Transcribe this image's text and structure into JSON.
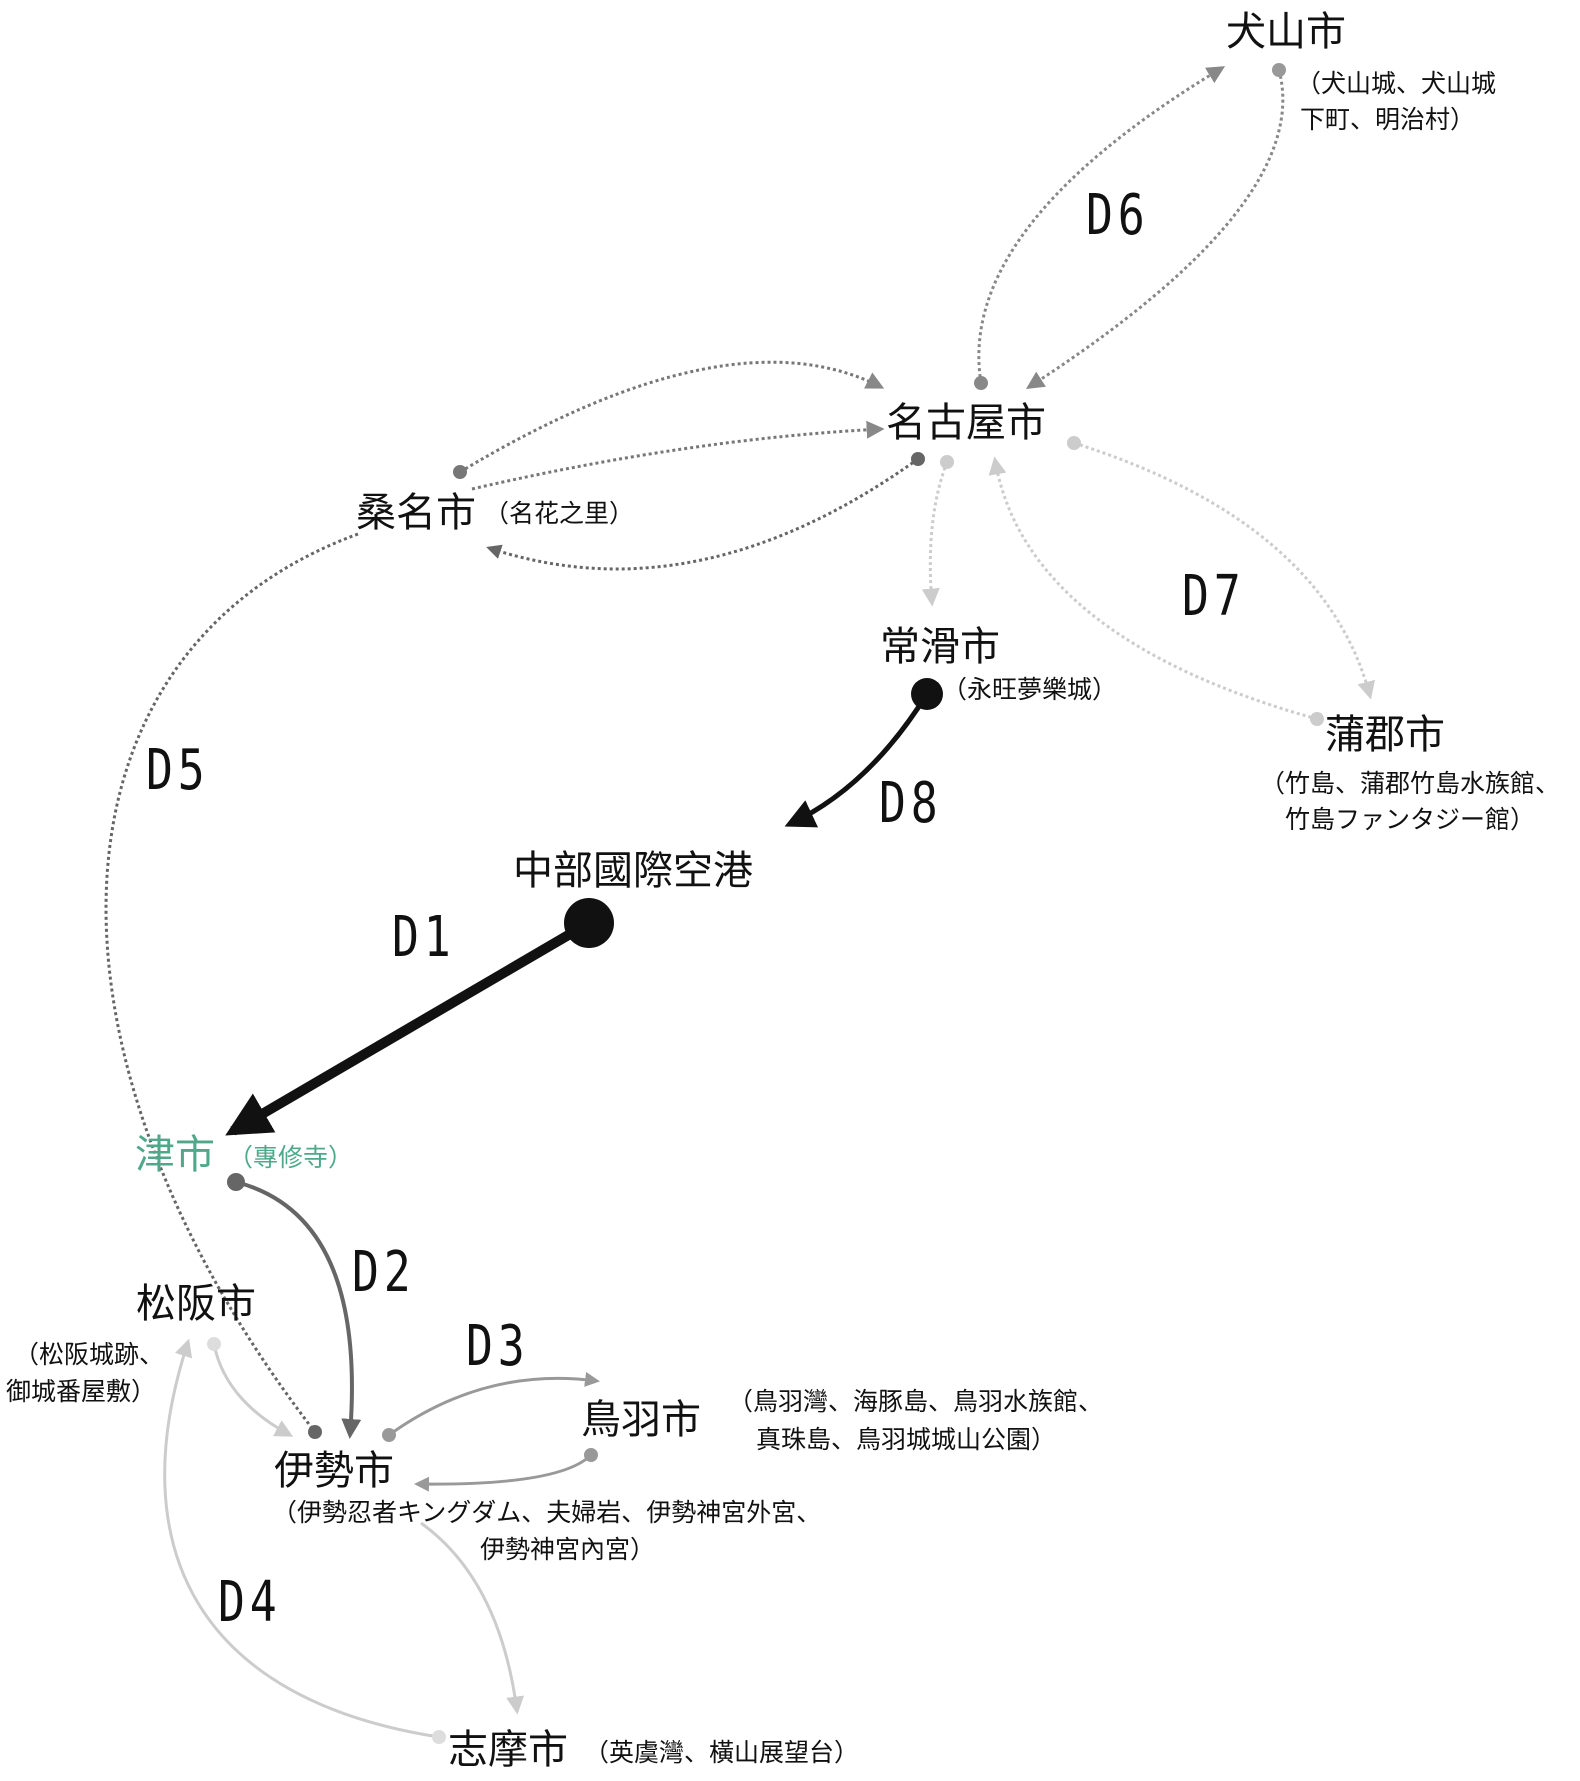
{
  "colors": {
    "tsu": "#4fa88a",
    "dark": "#111111",
    "mid": "#666666",
    "gray": "#888888",
    "light": "#cccccc"
  },
  "cities": {
    "inuyama": {
      "name": "犬山市",
      "sub1": "（犬山城、犬山城",
      "sub2": "下町、明治村）"
    },
    "nagoya": {
      "name": "名古屋市"
    },
    "kuwana": {
      "name": "桑名市",
      "sub": "（名花之里）"
    },
    "tokoname": {
      "name": "常滑市",
      "sub": "（永旺夢樂城）"
    },
    "gamagori": {
      "name": "蒲郡市",
      "sub1": "（竹島、蒲郡竹島水族館、",
      "sub2": "竹島ファンタジー館）"
    },
    "airport": {
      "name": "中部國際空港"
    },
    "tsu": {
      "name": "津市",
      "sub": "（專修寺）"
    },
    "matsusaka": {
      "name": "松阪市",
      "sub1": "（松阪城跡、",
      "sub2": "御城番屋敷）"
    },
    "ise": {
      "name": "伊勢市",
      "sub1": "（伊勢忍者キングダム、夫婦岩、伊勢神宮外宮、",
      "sub2": "伊勢神宮內宮）"
    },
    "toba": {
      "name": "鳥羽市",
      "sub1": "（鳥羽灣、海豚島、鳥羽水族館、",
      "sub2": "真珠島、鳥羽城城山公園）"
    },
    "shima": {
      "name": "志摩市",
      "sub": "（英虞灣、橫山展望台）"
    }
  },
  "days": {
    "d1": "D1",
    "d2": "D2",
    "d3": "D3",
    "d4": "D4",
    "d5": "D5",
    "d6": "D6",
    "d7": "D7",
    "d8": "D8"
  }
}
